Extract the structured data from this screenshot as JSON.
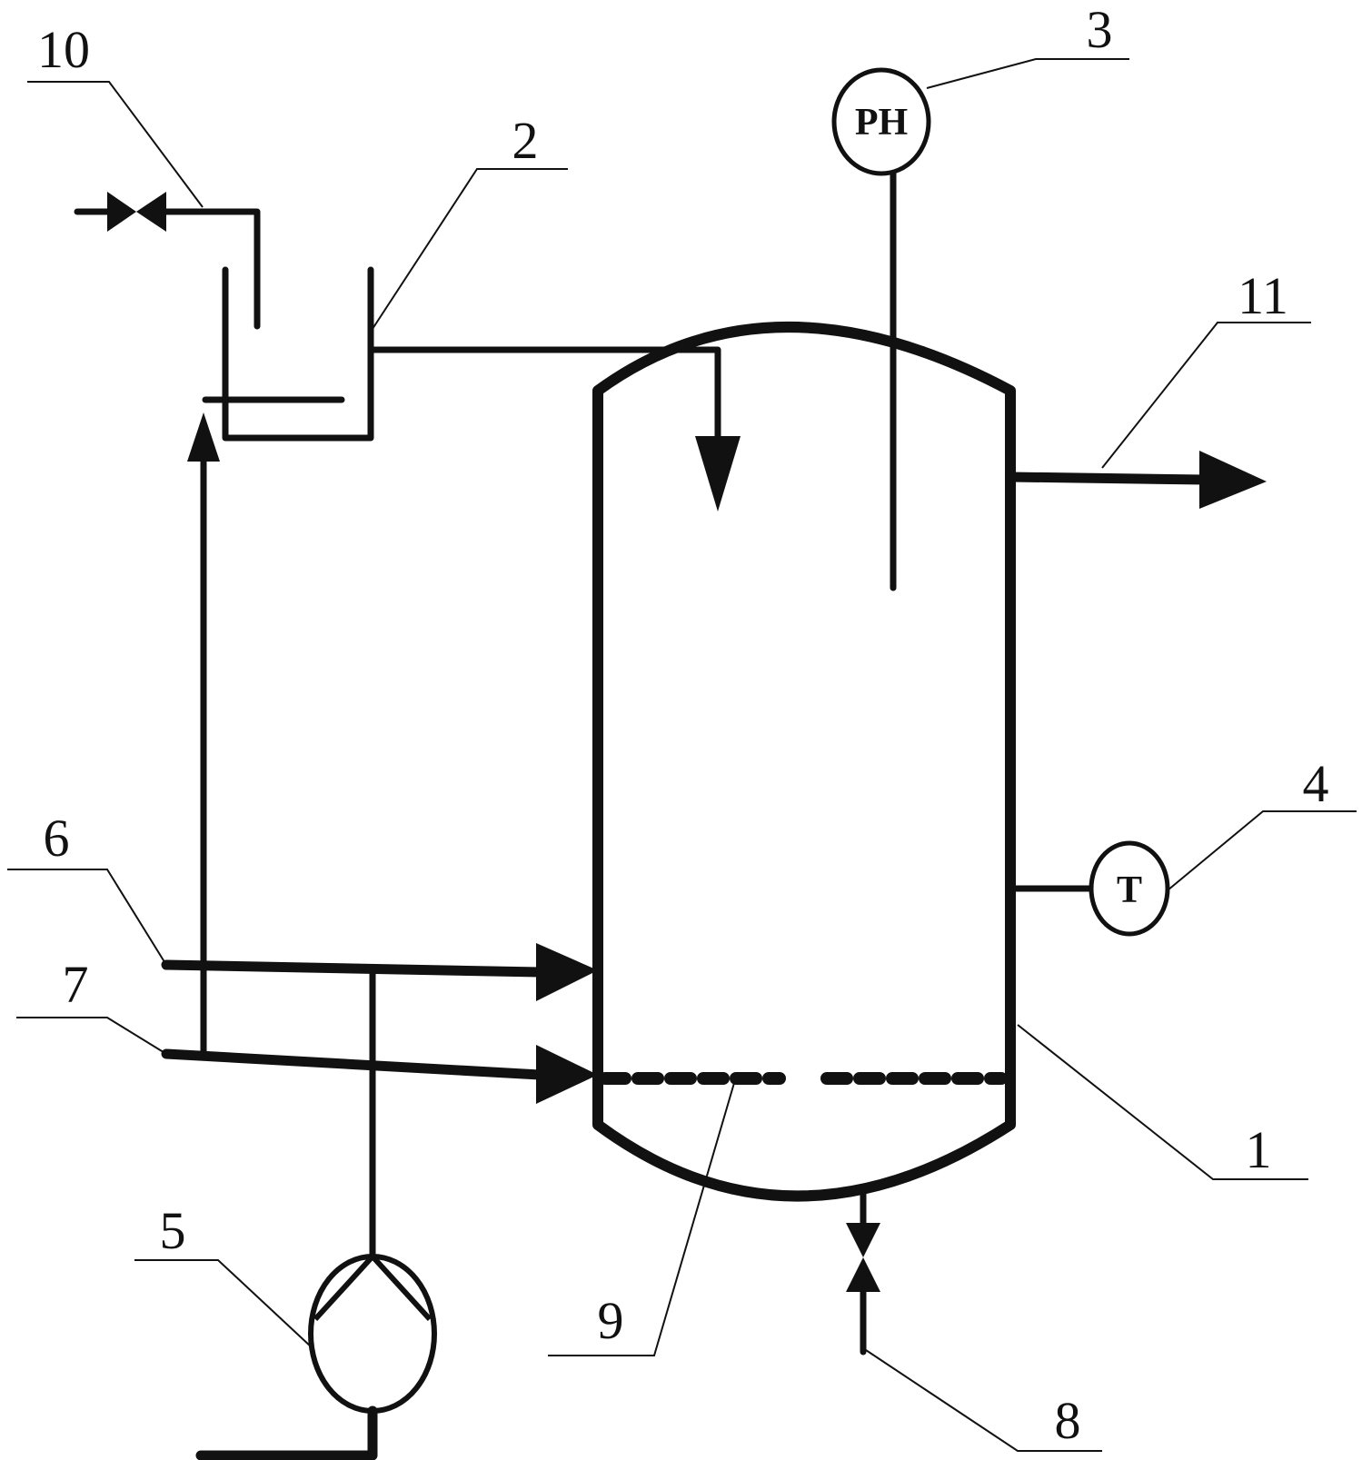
{
  "labels": {
    "l1": "1",
    "l2": "2",
    "l3": "3",
    "l4": "4",
    "l5": "5",
    "l6": "6",
    "l7": "7",
    "l8": "8",
    "l9": "9",
    "l10": "10",
    "l11": "11"
  },
  "instruments": {
    "ph": "PH",
    "temp": "T"
  }
}
